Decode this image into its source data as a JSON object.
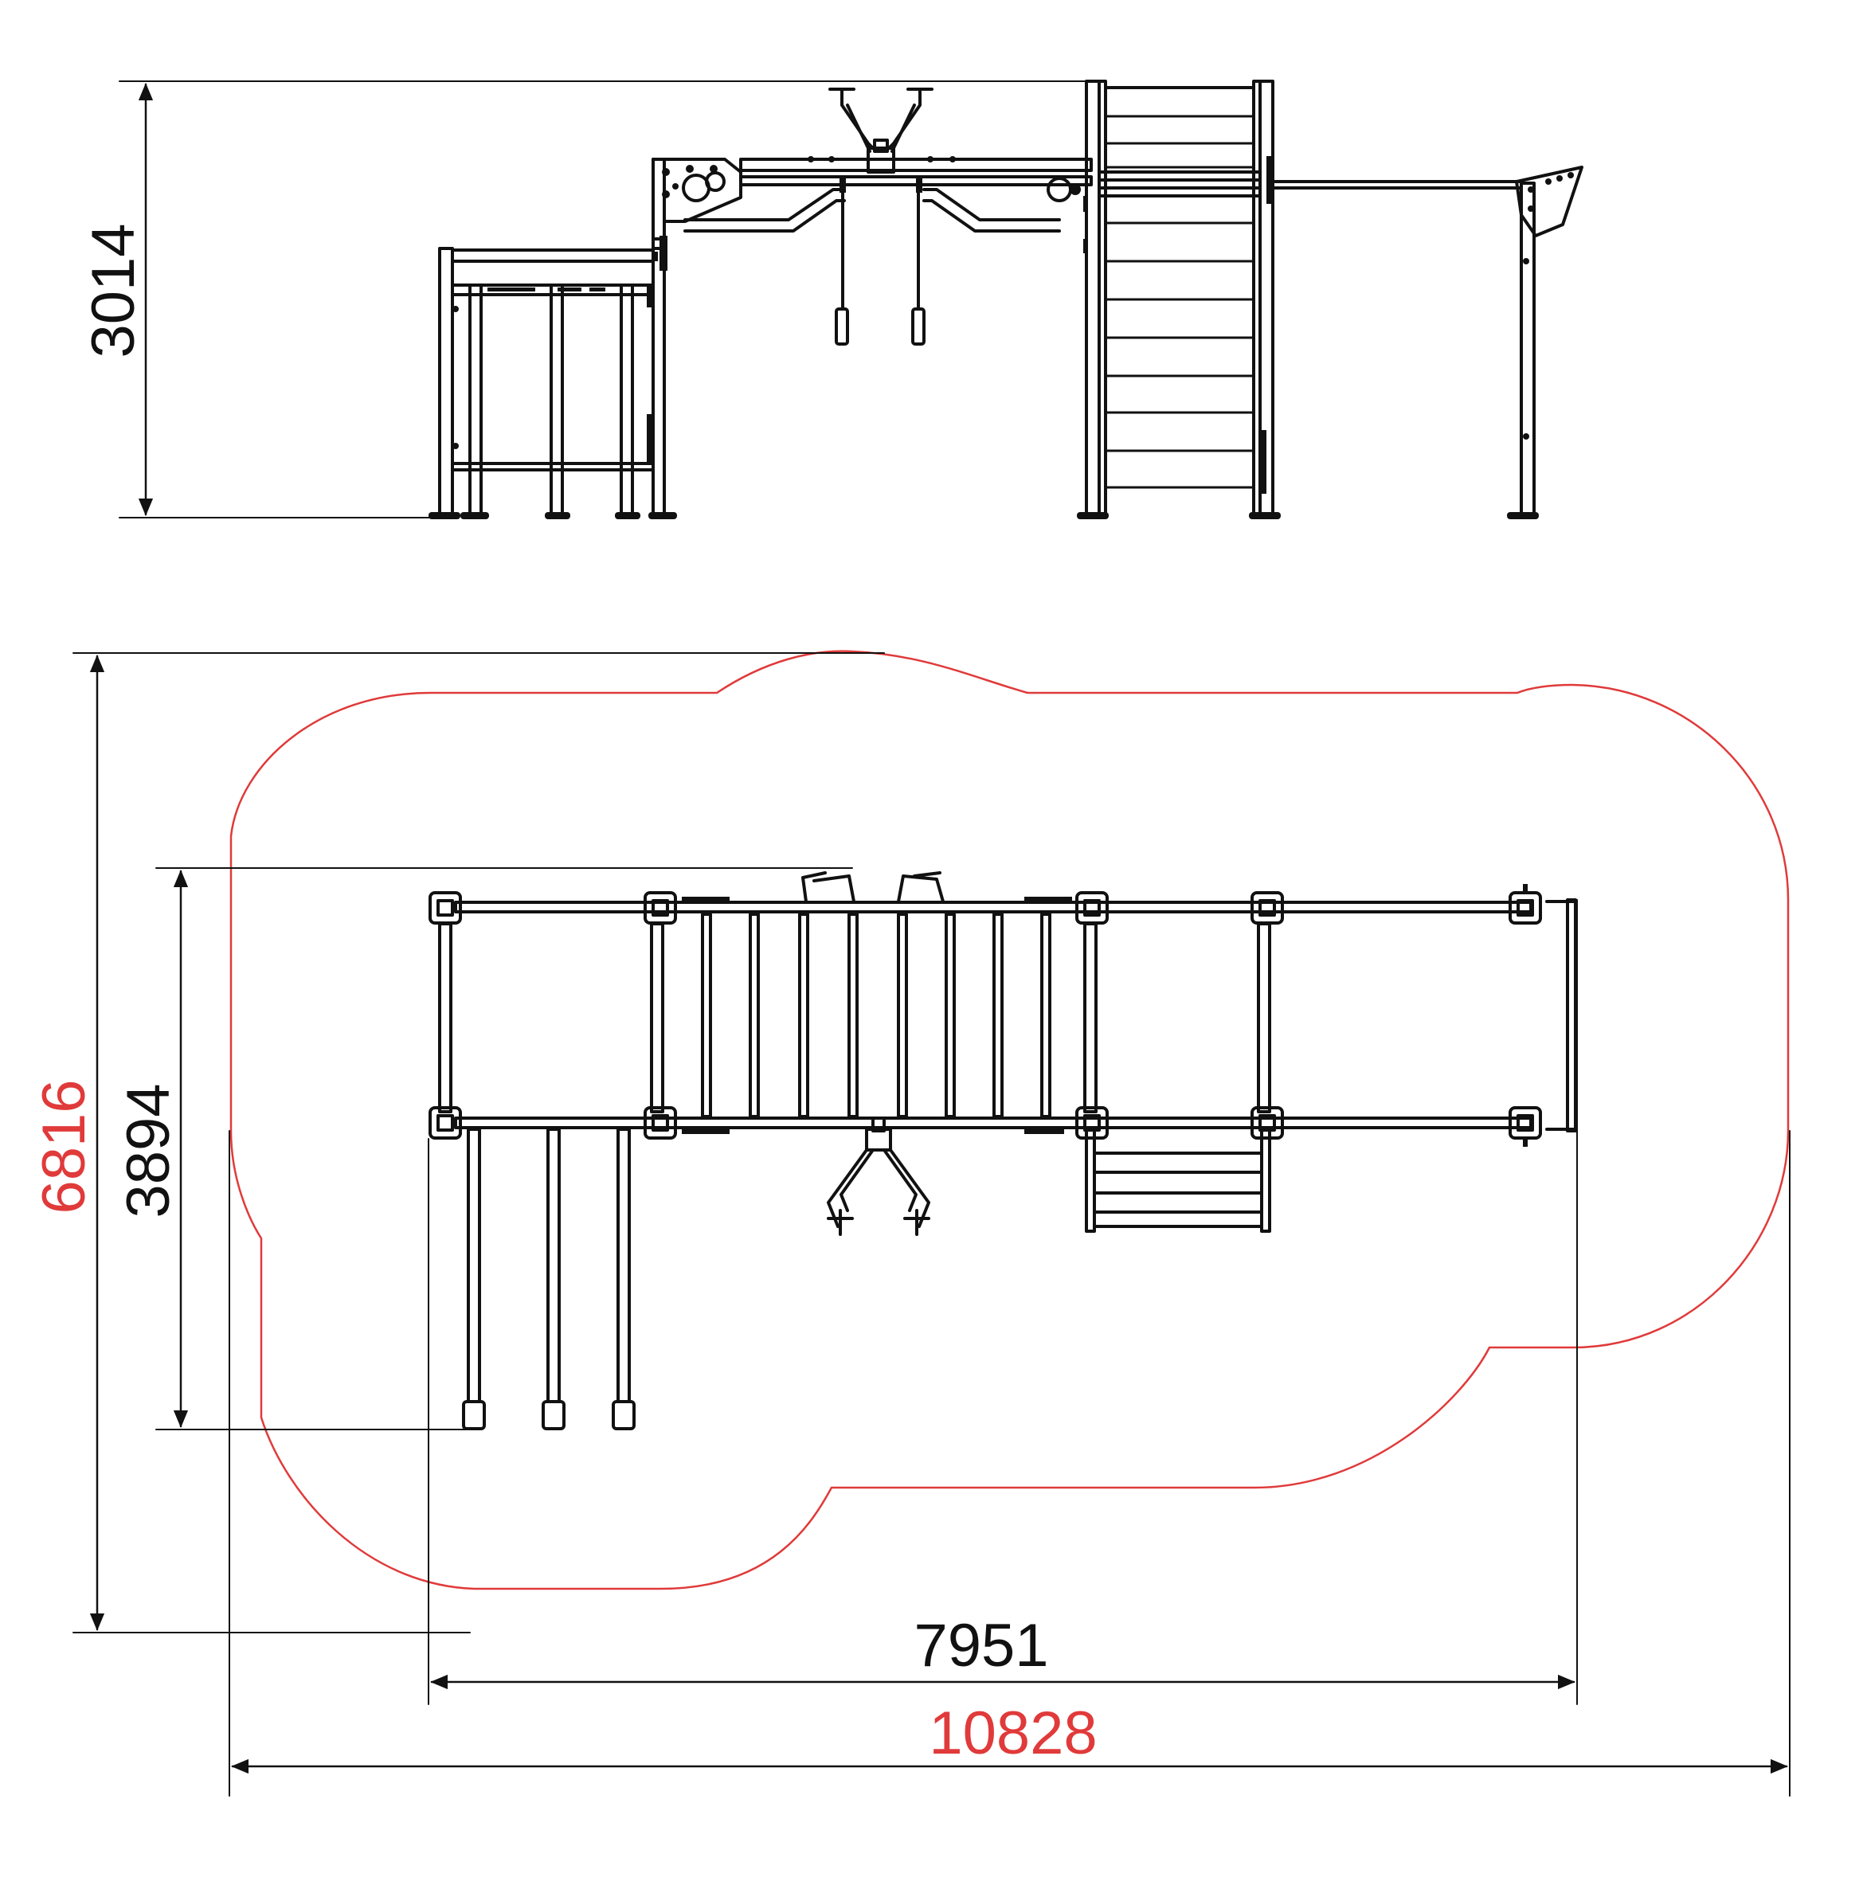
{
  "colors": {
    "line": "#111111",
    "safety_zone": "#e03a3a",
    "background": "#ffffff"
  },
  "dimensions": {
    "height": "3014",
    "safety_depth": "6816",
    "equipment_depth": "3894",
    "equipment_length": "7951",
    "safety_length": "10828"
  }
}
